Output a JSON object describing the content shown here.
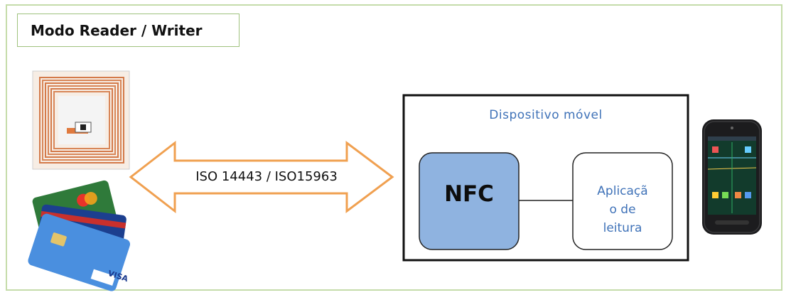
{
  "title": "Modo Reader / Writer",
  "arrow_label": "ISO 14443 / ISO15963",
  "device": {
    "label": "Dispositivo  móvel",
    "nfc_label": "NFC",
    "app_label_lines": [
      "Aplicaçã",
      "o de",
      "leitura"
    ]
  },
  "cards": {
    "brand_text": "VISA"
  },
  "colors": {
    "frame_border": "#c5dcaa",
    "arrow_stroke": "#f0a050",
    "nfc_fill": "#8fb3e0",
    "device_text": "#3f72b8"
  },
  "icons": [
    "rfid-tag-icon",
    "credit-cards-icon",
    "smartphone-icon"
  ]
}
